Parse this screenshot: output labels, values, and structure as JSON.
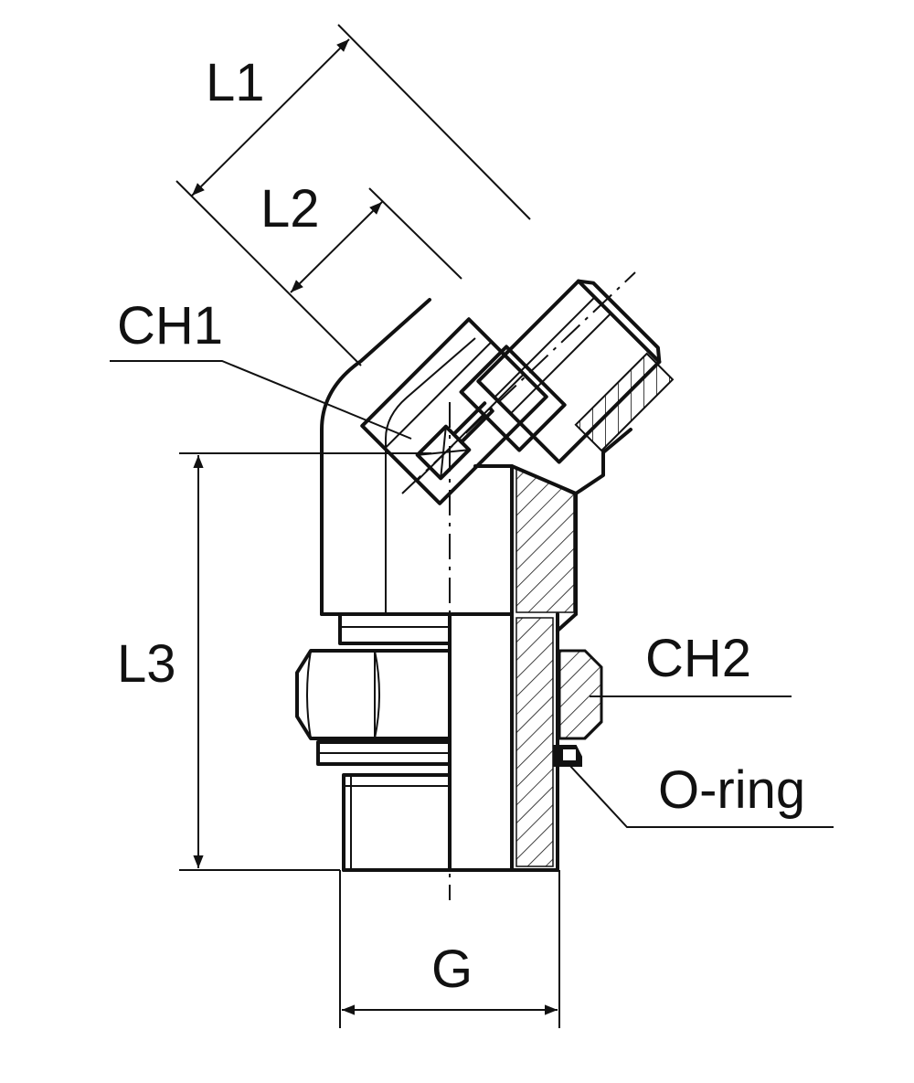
{
  "labels": {
    "l1": "L1",
    "l2": "L2",
    "ch1": "CH1",
    "l3": "L3",
    "ch2": "CH2",
    "oring": "O-ring",
    "g": "G"
  },
  "colors": {
    "line": "#111111",
    "background": "#ffffff"
  }
}
